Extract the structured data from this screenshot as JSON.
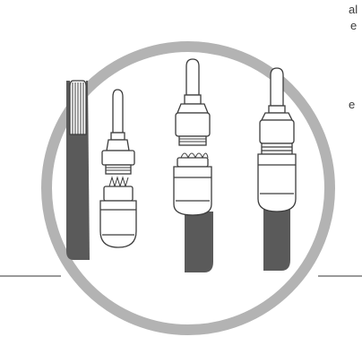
{
  "page": {
    "clipped_text": [
      "al",
      "e",
      "e"
    ]
  },
  "colors": {
    "ring": "#b2b2b2",
    "cable": "#5a5a5a",
    "outline": "#3c3c3c",
    "rule": "#9a9a9a",
    "fill": "#ffffff"
  },
  "icons": [
    "ribbon-cable-icon",
    "connector-parts-icon",
    "assembled-connector-icon"
  ]
}
